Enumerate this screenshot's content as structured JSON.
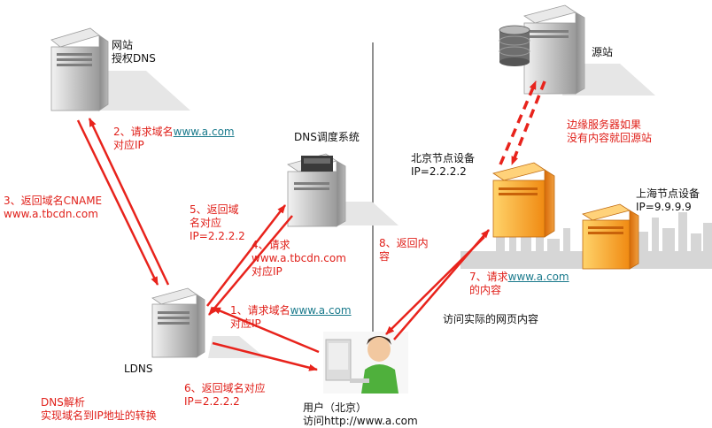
{
  "colors": {
    "arrow": "#e8231c",
    "label_red": "#e0201a",
    "label_black": "#111111",
    "link": "#1a7a8c",
    "server_gray": "#c4c4c4",
    "server_orange": "#f39a1e",
    "divider": "#222222"
  },
  "nodes": {
    "auth_dns": {
      "line1": "网站",
      "line2": "授权DNS"
    },
    "dns_sched": {
      "label": "DNS调度系统"
    },
    "ldns": {
      "label": "LDNS"
    },
    "origin": {
      "label": "源站"
    },
    "beijing": {
      "line1": "北京节点设备",
      "line2": "IP=2.2.2.2"
    },
    "shanghai": {
      "line1": "上海节点设备",
      "line2": "IP=9.9.9.9"
    },
    "user": {
      "line1": "用户（北京）",
      "line2": "访问http://www.a.com"
    }
  },
  "steps": {
    "s1": {
      "prefix": "1、请求域名",
      "link": "www.a.com",
      "line2": "对应IP"
    },
    "s2": {
      "prefix": "2、请求域名",
      "link": "www.a.com",
      "line2": "对应IP"
    },
    "s3": {
      "line1": "3、返回域名CNAME",
      "line2": "www.a.tbcdn.com"
    },
    "s4": {
      "line1": "4、请求",
      "line2": "www.a.tbcdn.com",
      "line3": "对应IP"
    },
    "s5": {
      "line1": "5、返回域",
      "line2": "名对应",
      "line3": "IP=2.2.2.2"
    },
    "s6": {
      "line1": "6、返回域名对应",
      "line2": "IP=2.2.2.2"
    },
    "s7": {
      "prefix": "7、请求",
      "link": "www.a.com",
      "line2": "的内容"
    },
    "s8": {
      "line1": "8、返回内",
      "line2": "容"
    }
  },
  "notes": {
    "edge_fetch": {
      "line1": "边缘服务器如果",
      "line2": "没有内容就回源站"
    },
    "visit_content": "访问实际的网页内容",
    "dns_resolve": {
      "line1": "DNS解析",
      "line2": "实现域名到IP地址的转换"
    }
  }
}
